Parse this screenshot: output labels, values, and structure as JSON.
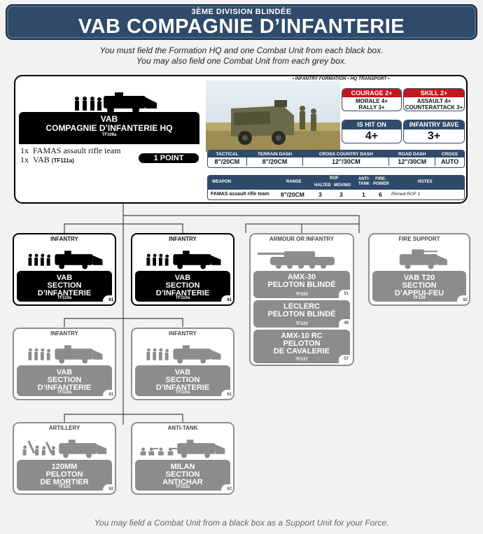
{
  "banner": {
    "subtitle": "3ÈME DIVISION BLINDÉE",
    "title": "VAB COMPAGNIE D’INFANTERIE"
  },
  "instructions": {
    "line1": "You must field the Formation HQ and one Combat Unit from each black box.",
    "line2": "You may also field one Combat Unit from each grey box."
  },
  "hq": {
    "name1": "VAB",
    "name2": "COMPAGNIE D’INFANTERIE HQ",
    "code": "TF109a",
    "items": [
      {
        "qty": "1x",
        "text": "FAMAS assault rifle team",
        "code": ""
      },
      {
        "qty": "1x",
        "text": "VAB",
        "code": "(TF111a)"
      }
    ],
    "points": "1 POINT",
    "formation_label": "• INFANTRY FORMATION • HQ TRANSPORT •",
    "courage": {
      "head": "COURAGE 2+",
      "l1": "MORALE 4+",
      "l2": "RALLY 3+"
    },
    "skill": {
      "head": "SKILL 2+",
      "l1": "ASSAULT 4+",
      "l2": "COUNTERATTACK 3+"
    },
    "is_hit_on": {
      "head": "IS HIT ON",
      "value": "4+"
    },
    "save": {
      "head": "INFANTRY SAVE",
      "value": "3+"
    },
    "movement": {
      "headers": [
        "TACTICAL",
        "TERRAIN DASH",
        "CROSS COUNTRY DASH",
        "ROAD DASH",
        "CROSS"
      ],
      "values": [
        "8\"/20CM",
        "8\"/20CM",
        "12\"/30CM",
        "12\"/30CM",
        "AUTO"
      ]
    },
    "weapons": {
      "headers": {
        "weapon": "WEAPON",
        "range": "RANGE",
        "rof": "ROF",
        "halted": "HALTED",
        "moving": "MOVING",
        "at": "ANTI-TANK",
        "fp": "FIRE-POWER",
        "notes": "NOTES"
      },
      "rows": [
        {
          "weapon": "FAMAS assault rifle team",
          "range": "8\"/20CM",
          "halted": "3",
          "moving": "3",
          "at": "1",
          "fp": "6",
          "notes": "Pinned ROF 1"
        }
      ]
    }
  },
  "units": {
    "inf1": {
      "cat": "INFANTRY",
      "name": "VAB\nSECTION\nD’INFANTERIE",
      "tf": "TF110a",
      "page": "61"
    },
    "inf2": {
      "cat": "INFANTRY",
      "name": "VAB\nSECTION\nD’INFANTERIE",
      "tf": "TF110a",
      "page": "61"
    },
    "inf3": {
      "cat": "INFANTRY",
      "name": "VAB\nSECTION\nD’INFANTERIE",
      "tf": "TF110a",
      "page": "61"
    },
    "inf4": {
      "cat": "INFANTRY",
      "name": "VAB\nSECTION\nD’INFANTERIE",
      "tf": "TF110a",
      "page": "61"
    },
    "artillery": {
      "cat": "ARTILLERY",
      "name": "120MM\nPELOTON\nDE MORTIER",
      "tf": "TF125",
      "page": "62"
    },
    "antitank": {
      "cat": "ANTI-TANK",
      "name": "MILAN\nSECTION\nANTICHAR",
      "tf": "TF112a",
      "page": "62"
    },
    "support": {
      "cat": "FIRE SUPPORT",
      "name": "VAB T20\nSECTION\nD’APPUI-FEU",
      "tf": "TF129",
      "page": "62"
    },
    "armour": {
      "cat": "ARMOUR OR INFANTRY",
      "options": [
        {
          "name": "AMX-30\nPELOTON BLINDÉ",
          "tf": "TF102",
          "page": "51"
        },
        {
          "name": "LECLERC\nPELOTON BLINDÉ",
          "tf": "TF122",
          "page": "49"
        },
        {
          "name": "AMX-10 RC\nPELOTON\nDE CAVALERIE",
          "tf": "TF137",
          "page": "57"
        }
      ]
    }
  },
  "footer": "You may field a Combat Unit from a black box as a Support Unit for your Force."
}
